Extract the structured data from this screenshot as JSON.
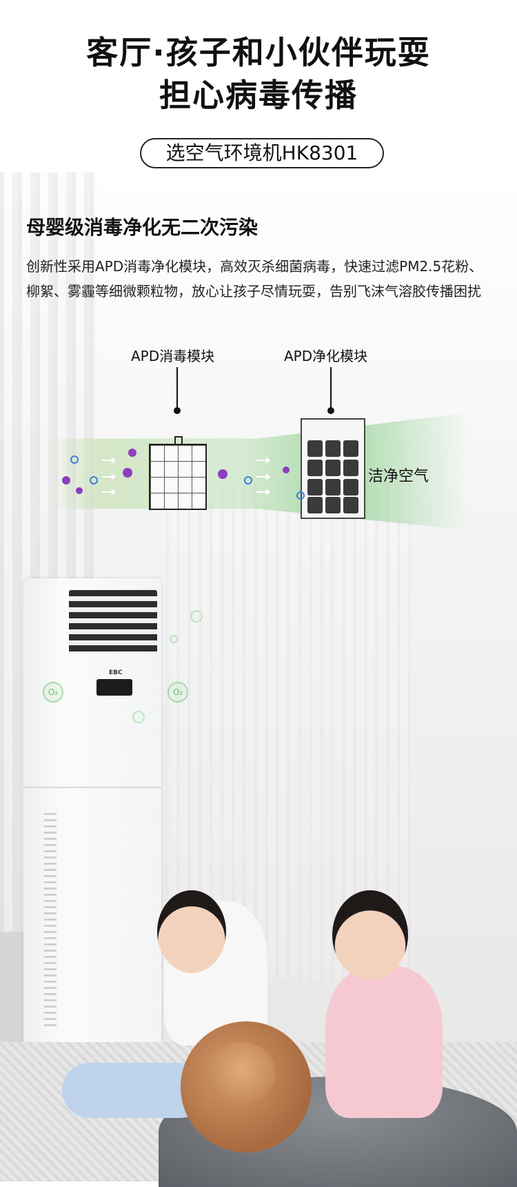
{
  "headline": {
    "line1": "客厅·孩子和小伙伴玩耍",
    "line2": "担心病毒传播"
  },
  "tagline": "选空气环境机HK8301",
  "section": {
    "title": "母婴级消毒净化无二次污染",
    "description": "创新性采用APD消毒净化模块，高效灭杀细菌病毒，快速过滤PM2.5花粉、柳絮、雾霾等细微颗粒物，放心让孩子尽情玩耍，告别飞沫气溶胶传播困扰"
  },
  "diagram": {
    "module1_label": "APD消毒模块",
    "module2_label": "APD净化模块",
    "output_label": "洁净空气"
  },
  "product": {
    "brand": "EBC",
    "o2_symbol": "O₂"
  },
  "colors": {
    "germ": "#8a3fbf",
    "air_green": "#9cd79a",
    "particle_blue": "#3c7fd8"
  }
}
